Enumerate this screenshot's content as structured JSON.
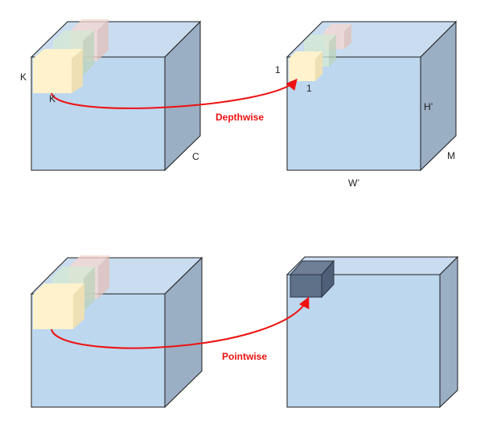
{
  "labels": {
    "k_left": "K",
    "k_bottom": "K",
    "c": "C",
    "one_left": "1",
    "one_bottom": "1",
    "h_prime": "H’",
    "m": "M",
    "w_prime": "W’"
  },
  "operations": {
    "depthwise": "Depthwise",
    "pointwise": "Pointwise"
  },
  "colors": {
    "cube_front": "#bdd7ee",
    "cube_top": "#c9dcf0",
    "cube_side": "#9aaec4",
    "cube_edge": "#1f1f1f",
    "kernel_yellow": "#fff2cc",
    "kernel_green": "#d6ead3",
    "kernel_red": "#f6d8d0",
    "output_voxel": "#5f7089",
    "arrow": "#ee1111",
    "operation_text": "#ee1111"
  }
}
